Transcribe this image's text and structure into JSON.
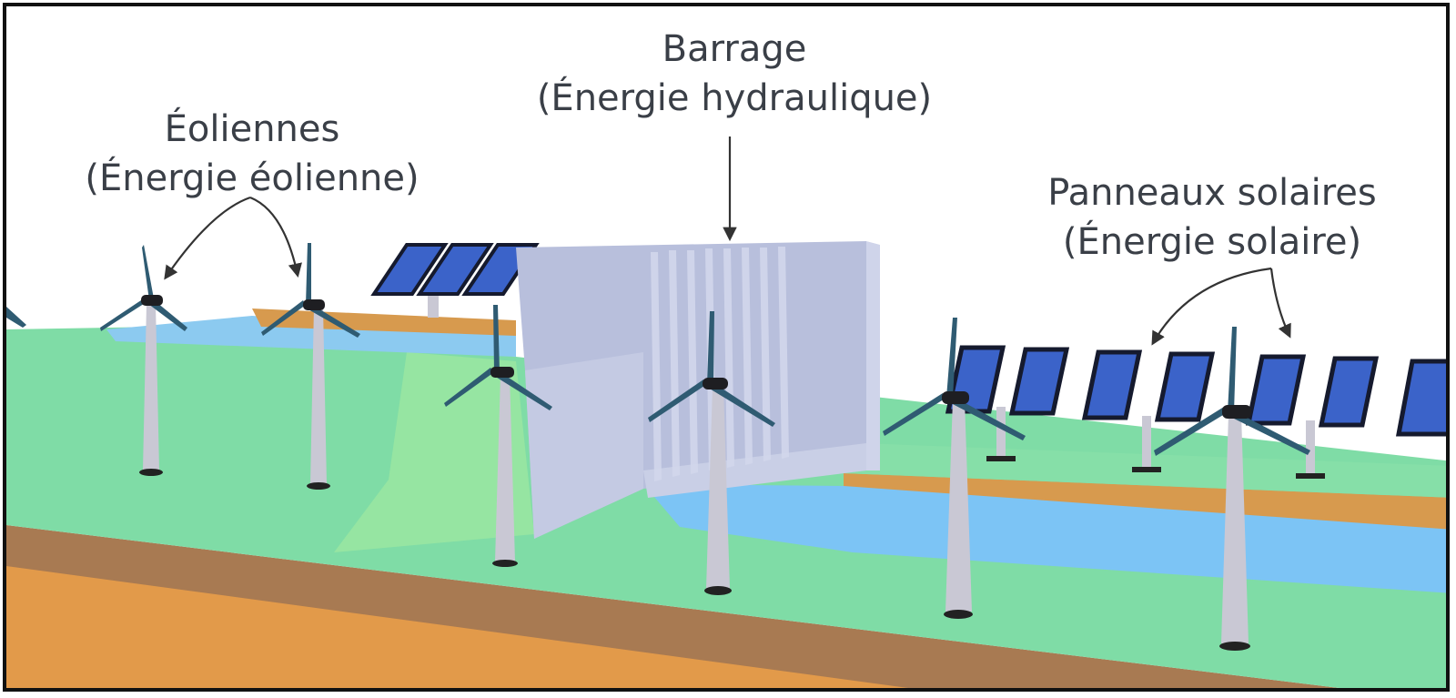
{
  "labels": {
    "wind": {
      "title": "Éoliennes",
      "subtitle": "(Énergie éolienne)"
    },
    "dam": {
      "title": "Barrage",
      "subtitle": "(Énergie hydraulique)"
    },
    "solar": {
      "title": "Panneaux solaires",
      "subtitle": "(Énergie solaire)"
    }
  },
  "colors": {
    "grass": "#7fdca6",
    "water": "#7cc4f5",
    "soil": "#e29a4a",
    "soil_dark": "#a87a52",
    "dam": "#b8bfdc",
    "panel": "#3b63c9",
    "blade": "#2f5b72",
    "tower": "#c9c8d4",
    "text": "#3a3f47"
  }
}
